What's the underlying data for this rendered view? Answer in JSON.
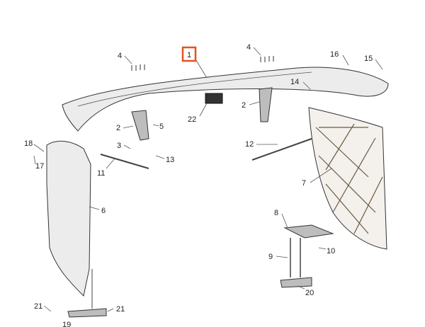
{
  "diagram": {
    "highlight_color": "#e8501e",
    "selected_callout": "1",
    "callouts": [
      {
        "id": "c1",
        "text": "1"
      },
      {
        "id": "c4a",
        "text": "4"
      },
      {
        "id": "c4b",
        "text": "4"
      },
      {
        "id": "c16",
        "text": "16"
      },
      {
        "id": "c15",
        "text": "15"
      },
      {
        "id": "c14",
        "text": "14"
      },
      {
        "id": "c2a",
        "text": "2"
      },
      {
        "id": "c2b",
        "text": "2"
      },
      {
        "id": "c5",
        "text": "5"
      },
      {
        "id": "c22",
        "text": "22"
      },
      {
        "id": "c3",
        "text": "3"
      },
      {
        "id": "c13",
        "text": "13"
      },
      {
        "id": "c18",
        "text": "18"
      },
      {
        "id": "c17",
        "text": "17"
      },
      {
        "id": "c11",
        "text": "11"
      },
      {
        "id": "c12",
        "text": "12"
      },
      {
        "id": "c7",
        "text": "7"
      },
      {
        "id": "c6",
        "text": "6"
      },
      {
        "id": "c8",
        "text": "8"
      },
      {
        "id": "c10",
        "text": "10"
      },
      {
        "id": "c9",
        "text": "9"
      },
      {
        "id": "c20",
        "text": "20"
      },
      {
        "id": "c21a",
        "text": "21"
      },
      {
        "id": "c21b",
        "text": "21"
      },
      {
        "id": "c19",
        "text": "19"
      }
    ]
  }
}
